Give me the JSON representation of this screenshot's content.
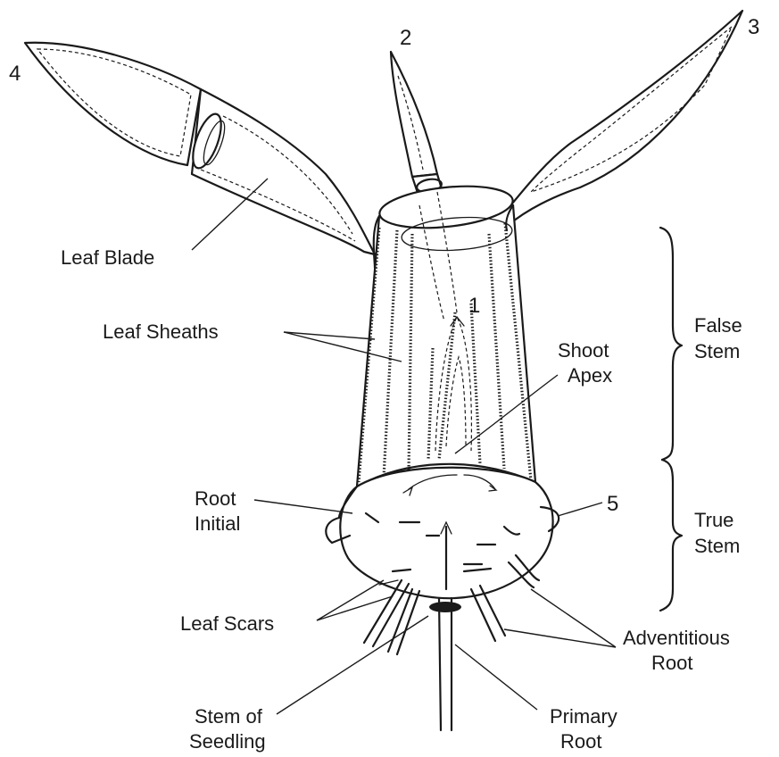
{
  "labels": {
    "leaf_blade": "Leaf Blade",
    "leaf_sheaths": "Leaf Sheaths",
    "shoot": "Shoot",
    "apex": "Apex",
    "false": "False",
    "stem_false": "Stem",
    "true": "True",
    "stem_true": "Stem",
    "root": "Root",
    "initial": "Initial",
    "leaf_scars": "Leaf Scars",
    "adventitious": "Adventitious",
    "root_adv": "Root",
    "stem_of": "Stem of",
    "seedling": "Seedling",
    "primary": "Primary",
    "root_primary": "Root"
  },
  "leaf_numbers": {
    "n1": "1",
    "n2": "2",
    "n3": "3",
    "n4": "4",
    "n5": "5"
  }
}
